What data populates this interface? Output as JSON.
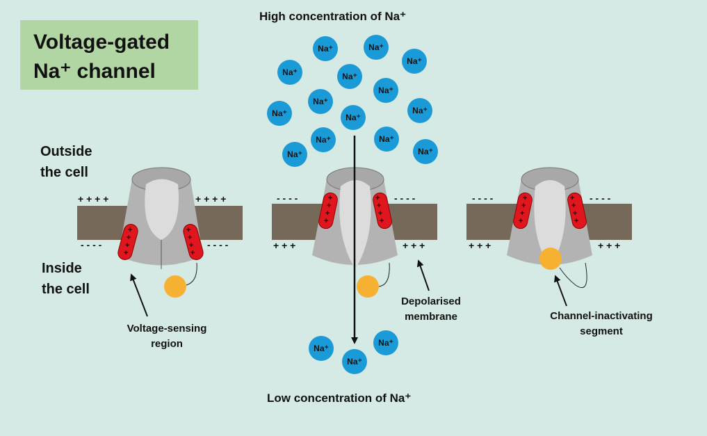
{
  "title": {
    "line1": "Voltage-gated",
    "line2": "Na⁺ channel"
  },
  "labels": {
    "high_concentration": "High concentration of Na⁺",
    "low_concentration": "Low concentration of Na⁺",
    "outside_line1": "Outside",
    "outside_line2": "the cell",
    "inside_line1": "Inside",
    "inside_line2": "the cell",
    "voltage_sensing_line1": "Voltage-sensing",
    "voltage_sensing_line2": "region",
    "depolarised_line1": "Depolarised",
    "depolarised_line2": "membrane",
    "inactivating_line1": "Channel-inactivating",
    "inactivating_line2": "segment"
  },
  "ion_label": "Na⁺",
  "charges": {
    "plus4": "+ + + +",
    "minus4": "- - - -",
    "plus3": "+ + +"
  },
  "colors": {
    "background": "#d5eae4",
    "title_box": "#b2d6a3",
    "ion": "#1a9ad6",
    "membrane": "#76695a",
    "channel": "#b3b3b3",
    "pore": "#dcdcdc",
    "sensor": "#e0161e",
    "gate_ball": "#f7b132"
  },
  "channels": [
    {
      "state": "closed (resting)"
    },
    {
      "state": "open"
    },
    {
      "state": "inactivated"
    }
  ]
}
